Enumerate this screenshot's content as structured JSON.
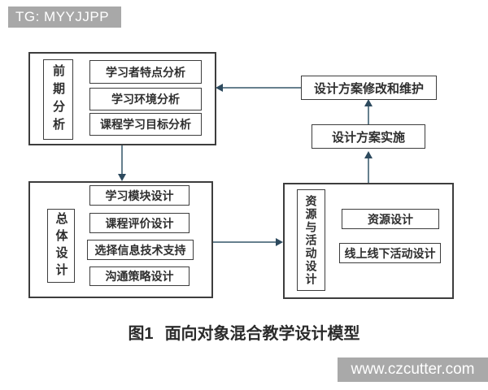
{
  "banner": {
    "text": "TG: MYYJJPP"
  },
  "watermark": {
    "text": "www.czcutter.com"
  },
  "caption": {
    "figure": "图1",
    "title": "面向对象混合教学设计模型"
  },
  "colors": {
    "banner_bg": "#a8a8a8",
    "watermark_bg": "#a9a9a9",
    "box_border": "#3d3d3d",
    "connector": "#66808e",
    "arrowhead": "#2d4a5e"
  },
  "diagram": {
    "groups": [
      {
        "label": "前期分析",
        "items": [
          "学习者特点分析",
          "学习环境分析",
          "课程学习目标分析"
        ]
      },
      {
        "label": "总体设计",
        "items": [
          "学习模块设计",
          "课程评价设计",
          "选择信息技术支持",
          "沟通策略设计"
        ]
      },
      {
        "label": "资源与活动设计",
        "items": [
          "资源设计",
          "线上线下活动设计"
        ]
      }
    ],
    "boxes": [
      {
        "label": "设计方案修改和维护"
      },
      {
        "label": "设计方案实施"
      }
    ],
    "connectors": [
      "前期分析 → 总体设计 (down)",
      "总体设计 → 资源与活动设计 (right)",
      "资源与活动设计 → 设计方案实施 (up)",
      "设计方案实施 → 设计方案修改和维护 (up)",
      "设计方案修改和维护 → 前期分析 (left)"
    ]
  }
}
